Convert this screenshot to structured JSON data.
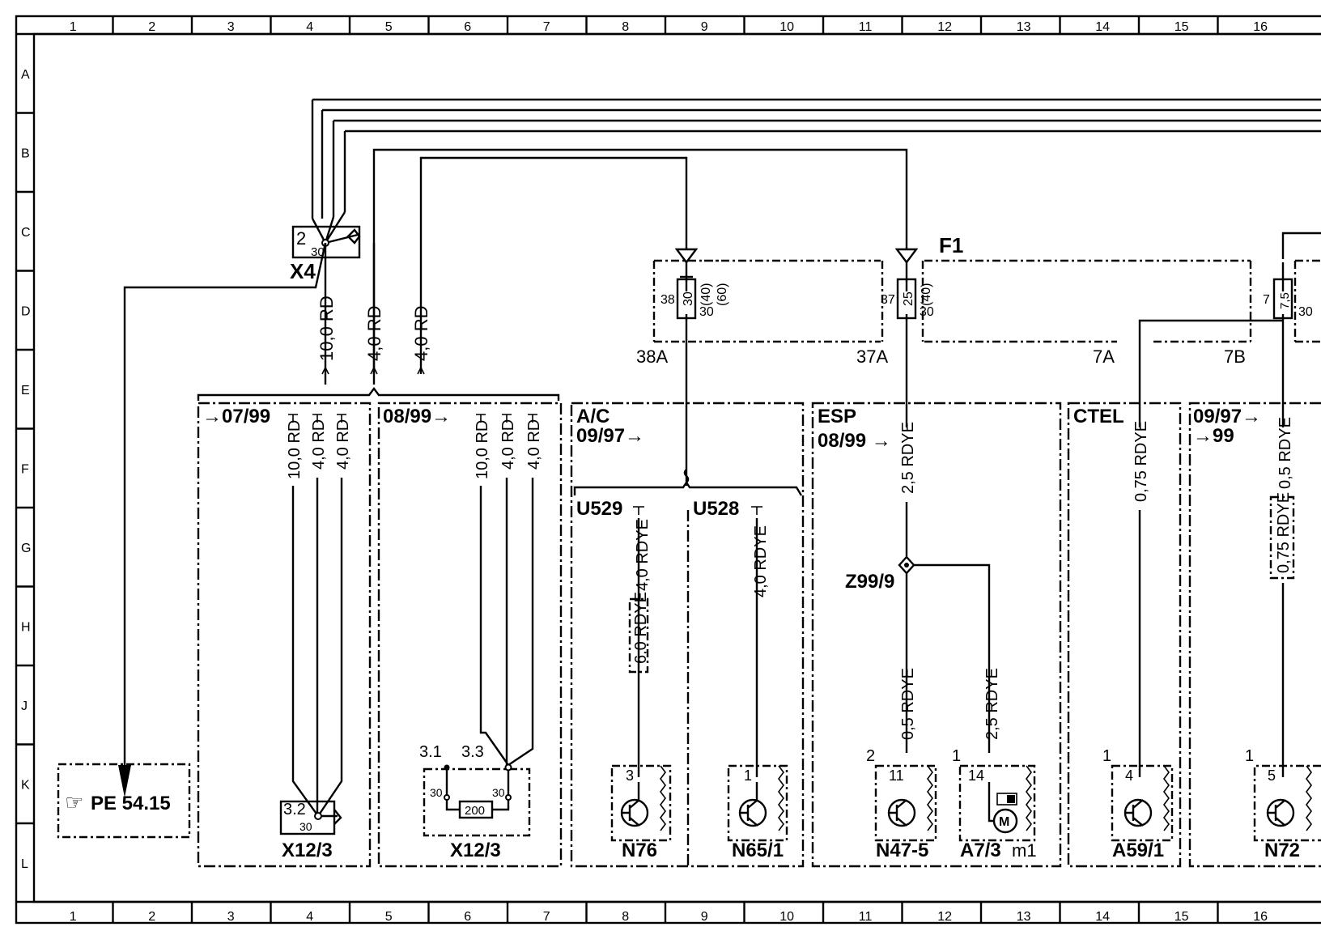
{
  "grid": {
    "columns": [
      "1",
      "2",
      "3",
      "4",
      "5",
      "6",
      "7",
      "8",
      "9",
      "10",
      "11",
      "12",
      "13",
      "14",
      "15",
      "16"
    ],
    "rows": [
      "A",
      "B",
      "C",
      "D",
      "E",
      "F",
      "G",
      "H",
      "J",
      "K",
      "L"
    ]
  },
  "x4": {
    "name": "X4",
    "pin": "2",
    "terminal": "30"
  },
  "f1": {
    "name": "F1",
    "fuses": [
      {
        "slot": "38",
        "rating": "30",
        "alt": [
          "(40)",
          "(60)"
        ],
        "terminal": "30",
        "out": "38A"
      },
      {
        "slot": "37",
        "rating": "25",
        "alt": [
          "(40)"
        ],
        "terminal": "30",
        "out": "37A"
      },
      {
        "slot": "7",
        "rating": "7,5",
        "alt": [],
        "terminal": "30",
        "out": "7B"
      }
    ],
    "split_out": "7A"
  },
  "wires_top": [
    "10,0 RD",
    "4,0 RD",
    "4,0 RD"
  ],
  "sections": {
    "s0799": {
      "label": "→07/99",
      "wires": [
        "10,0 RD",
        "4,0 RD",
        "4,0 RD"
      ],
      "conn_pin": "3.2",
      "conn_term": "30",
      "component": "X12/3"
    },
    "s0899": {
      "label": "08/99→",
      "wires": [
        "10,0 RD",
        "4,0 RD",
        "4,0 RD"
      ],
      "pin_a": "3.1",
      "pin_b": "3.3",
      "term_a": "30",
      "term_b": "30",
      "resistor": "200",
      "component": "X12/3"
    },
    "ac": {
      "label": "A/C",
      "date": "09/97→",
      "branch_a": "U529",
      "branch_b": "U528",
      "wire_a": "4,0 RDYE",
      "wire_a_alt": "6,0 RDYE",
      "wire_b": "4,0 RDYE",
      "pin_a": "3",
      "pin_b": "1",
      "comp_a": "N76",
      "comp_b": "N65/1"
    },
    "esp": {
      "label": "ESP",
      "date": "08/99 →",
      "wire_in": "2,5 RDYE",
      "splice": "Z99/9",
      "wire_a": "0,5 RDYE",
      "wire_b": "2,5 RDYE",
      "ref_a": "2",
      "ref_b": "1",
      "pin_a": "11",
      "pin_b": "14",
      "comp_a": "N47-5",
      "comp_b": "A7/3",
      "comp_b_sub": "m1"
    },
    "ctel": {
      "label": "CTEL",
      "wire": "0,75 RDYE",
      "ref": "1",
      "pin": "4",
      "component": "A59/1"
    },
    "s0997": {
      "label": "09/97→",
      "label2": "→99",
      "wire": "0,5 RDYE",
      "wire_alt": "0,75 RDYE",
      "ref": "1",
      "pin": "5",
      "component": "N72"
    }
  },
  "reference": {
    "icon": "☞",
    "text": "PE 54.15"
  }
}
